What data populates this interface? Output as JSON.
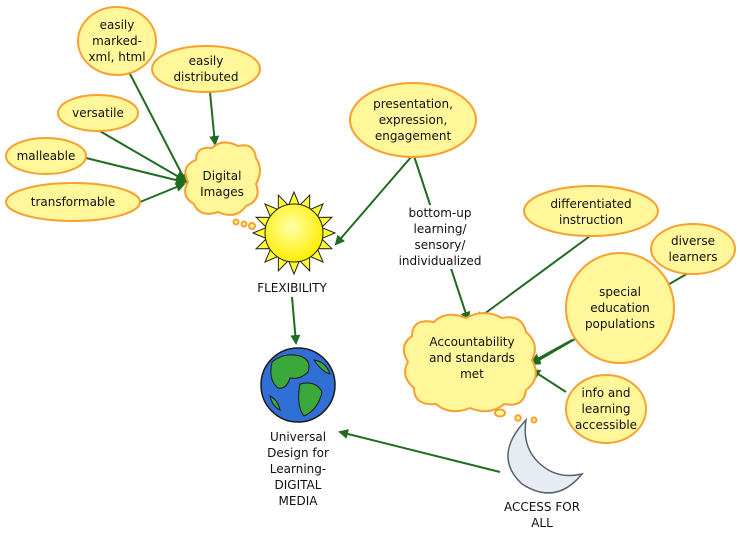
{
  "nodes": {
    "easily_marked": "easily\nmarked-\nxml, html",
    "easily_distributed": "easily\ndistributed",
    "versatile": "versatile",
    "malleable": "malleable",
    "transformable": "transformable",
    "digital_images": "Digital\nImages",
    "presentation": "presentation,\nexpression,\nengagement",
    "bottom_up": "bottom-up\nlearning/\nsensory/\nindividualized",
    "flexibility": "FLEXIBILITY",
    "differentiated": "differentiated\ninstruction",
    "diverse": "diverse\nlearners",
    "special_ed": "special\neducation\npopulations",
    "accountability": "Accountability\nand standards\nmet",
    "info_learning": "info and\nlearning\naccessible",
    "udl": "Universal\nDesign for\nLearning-\nDIGITAL\nMEDIA",
    "access": "ACCESS FOR\nALL"
  },
  "colors": {
    "bubble_fill": "#fff799",
    "bubble_stroke": "#f7a030",
    "arrow": "#1f6b1f",
    "ocean": "#2f6fd6",
    "land": "#3aa83a",
    "sun": "#ffff33",
    "moon": "#e6ecf2"
  },
  "icons": [
    "sun-icon",
    "globe-icon",
    "moon-icon"
  ]
}
